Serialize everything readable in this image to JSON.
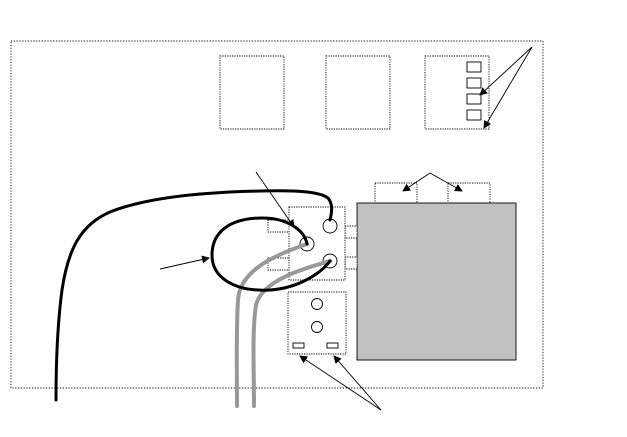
{
  "diagram": {
    "kind": "wiring-layout-line-drawing",
    "labels": [],
    "colors": {
      "background": "#ffffff",
      "outline": "#000000",
      "black_wire": "#000000",
      "gray_wire": "#999999",
      "shaded_box": "#c0c0c0"
    },
    "components": [
      "enclosure-panel",
      "top-box-left",
      "top-box-middle",
      "top-box-right-terminal-strip",
      "upper-terminal-block",
      "lower-terminal-block",
      "shaded-module",
      "black-wire-long",
      "black-wire-loop",
      "gray-wire-pair"
    ]
  }
}
